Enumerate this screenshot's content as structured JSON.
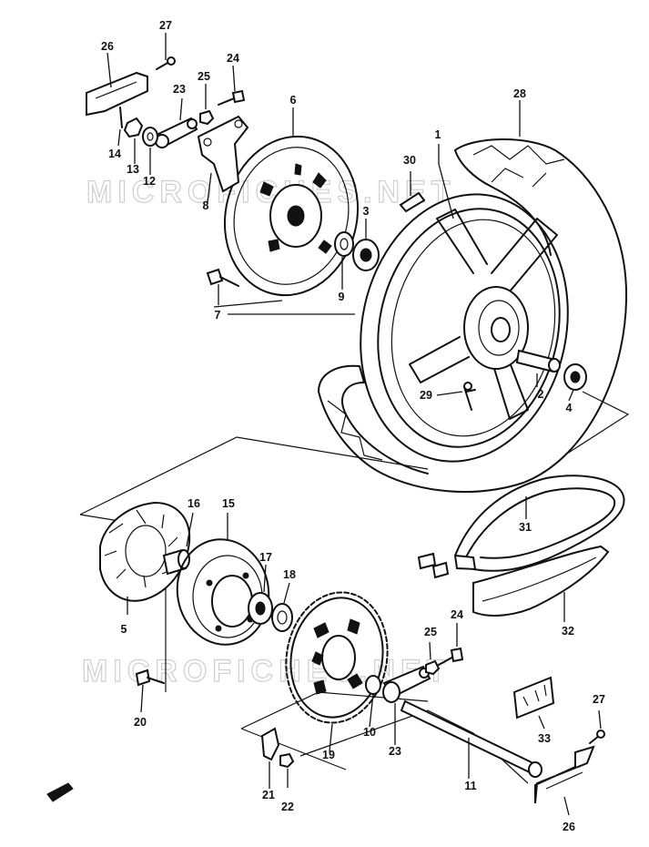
{
  "watermark": "MICROFICHES.NET",
  "callouts": [
    {
      "id": "c1",
      "label": "1"
    },
    {
      "id": "c2",
      "label": "2"
    },
    {
      "id": "c3",
      "label": "3"
    },
    {
      "id": "c4",
      "label": "4"
    },
    {
      "id": "c5",
      "label": "5"
    },
    {
      "id": "c6",
      "label": "6"
    },
    {
      "id": "c7",
      "label": "7"
    },
    {
      "id": "c8",
      "label": "8"
    },
    {
      "id": "c9",
      "label": "9"
    },
    {
      "id": "c10",
      "label": "10"
    },
    {
      "id": "c11",
      "label": "11"
    },
    {
      "id": "c12",
      "label": "12"
    },
    {
      "id": "c13",
      "label": "13"
    },
    {
      "id": "c14",
      "label": "14"
    },
    {
      "id": "c15",
      "label": "15"
    },
    {
      "id": "c16",
      "label": "16"
    },
    {
      "id": "c17",
      "label": "17"
    },
    {
      "id": "c18",
      "label": "18"
    },
    {
      "id": "c19",
      "label": "19"
    },
    {
      "id": "c20",
      "label": "20"
    },
    {
      "id": "c21",
      "label": "21"
    },
    {
      "id": "c22",
      "label": "22"
    },
    {
      "id": "c23a",
      "label": "23"
    },
    {
      "id": "c23b",
      "label": "23"
    },
    {
      "id": "c24a",
      "label": "24"
    },
    {
      "id": "c24b",
      "label": "24"
    },
    {
      "id": "c25a",
      "label": "25"
    },
    {
      "id": "c25b",
      "label": "25"
    },
    {
      "id": "c26a",
      "label": "26"
    },
    {
      "id": "c26b",
      "label": "26"
    },
    {
      "id": "c27a",
      "label": "27"
    },
    {
      "id": "c27b",
      "label": "27"
    },
    {
      "id": "c28",
      "label": "28"
    },
    {
      "id": "c29",
      "label": "29"
    },
    {
      "id": "c30",
      "label": "30"
    },
    {
      "id": "c31",
      "label": "31"
    },
    {
      "id": "c32",
      "label": "32"
    },
    {
      "id": "c33",
      "label": "33"
    }
  ]
}
